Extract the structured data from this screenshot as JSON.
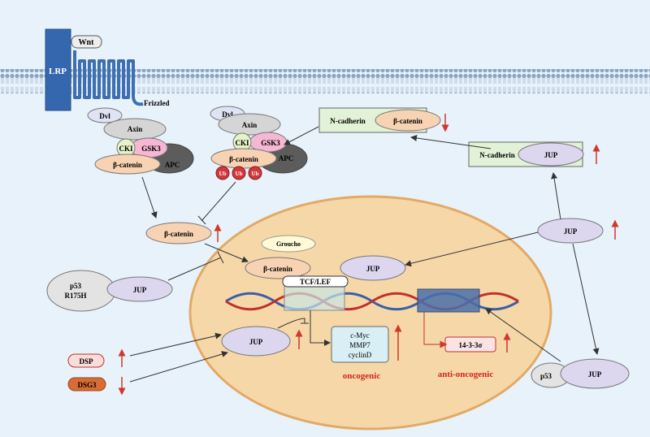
{
  "labels": {
    "lrp": "LRP",
    "wnt": "Wnt",
    "frizzled": "Frizzled",
    "dvl": "Dvl",
    "axin": "Axin",
    "cki": "CKI",
    "gsk3": "GSK3",
    "beta_catenin": "β-catenin",
    "apc": "APC",
    "ub": "Ub",
    "n_cadherin": "N-cadherin",
    "jup": "JUP",
    "groucho": "Groucho",
    "tcf_lef": "TCF/LEF",
    "p53": "p53",
    "r175h": "R175H",
    "dsp": "DSP",
    "dsg3": "DSG3",
    "cmyc": "c-Myc",
    "mmp7": "MMP7",
    "cyclind": "cyclinD",
    "oncogenic": "oncogenic",
    "anti_oncogenic": "anti-oncogenic",
    "prot_1433": "14-3-3σ"
  },
  "colors": {
    "background": "#e8f2fb",
    "membrane": "#8fa9c4",
    "nucleus": "#f6d7a8",
    "nucleus_border": "#e0a964",
    "lrp": "#3467ad",
    "frizzled": "#3d6fb2",
    "beta_catenin": "#f7d2b3",
    "jup": "#dcd6ef",
    "gsk3": "#f5b7d3",
    "cki": "#e6f2c8",
    "apc": "#5c5c5c",
    "axin": "#d5d5d5",
    "ub": "#d2373a",
    "n_cadherin_box": "#e1f2d6",
    "target_box": "#d8f0f5",
    "up_arrow": "#d0372d",
    "down_arrow": "#d0372d",
    "red_text": "#d0251f",
    "dsp": "#fadcd9",
    "dsg3": "#d96c35"
  }
}
